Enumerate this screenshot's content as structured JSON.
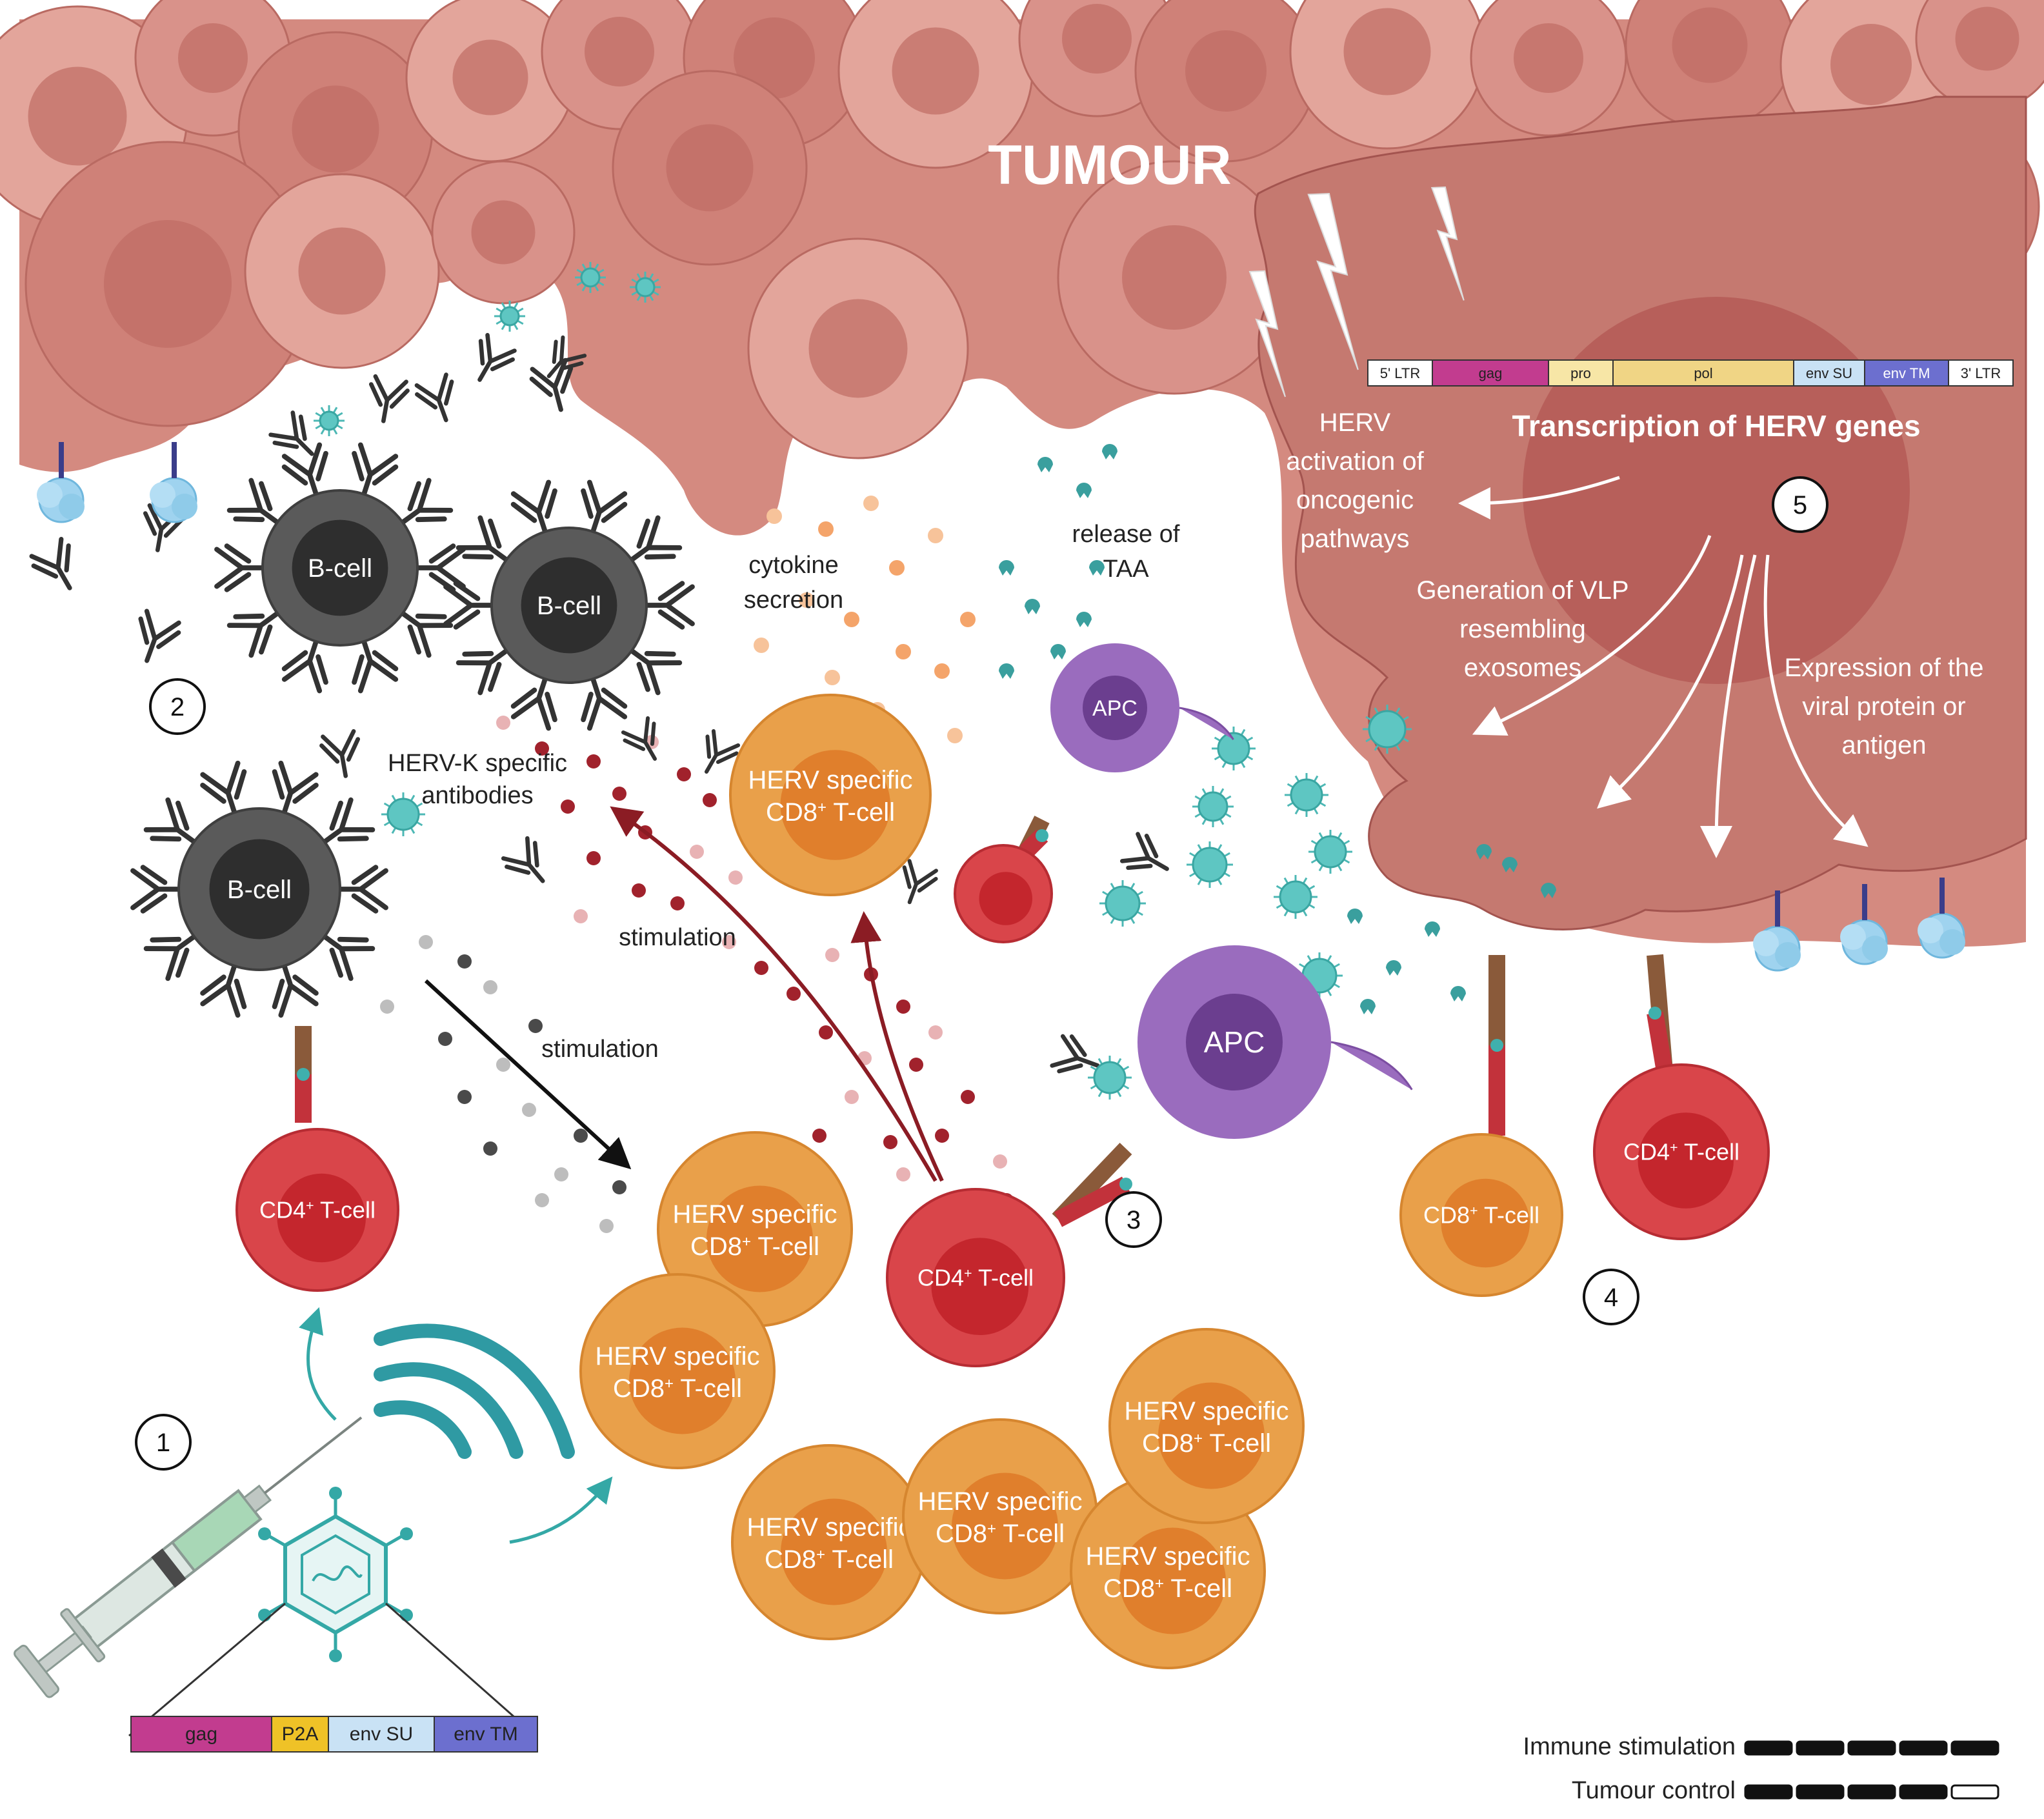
{
  "title": "TUMOUR",
  "herv_genome": [
    "5' LTR",
    "gag",
    "pro",
    "pol",
    "env SU",
    "env TM",
    "3' LTR"
  ],
  "vaccine_construct": [
    "gag",
    "P2A",
    "env SU",
    "env TM"
  ],
  "labels": {
    "transcription": "Transcription of HERV genes",
    "activation": [
      "HERV",
      "activation of",
      "oncogenic",
      "pathways"
    ],
    "vlp": [
      "Generation of VLP",
      "resembling",
      "exosomes"
    ],
    "expression": [
      "Expression of the",
      "viral protein or",
      "antigen"
    ],
    "release": [
      "release of",
      "TAA"
    ],
    "cytokine": [
      "cytokine",
      "secretion"
    ],
    "antibodies": [
      "HERV-K specific",
      "antibodies"
    ],
    "stimulation": "stimulation",
    "apc": "APC",
    "bcell": "B-cell",
    "cd4_main": "CD4",
    "cd8_main": "CD8",
    "tcell": " T-cell",
    "herv_specific": "HERV specific",
    "plus": "+"
  },
  "steps": [
    "1",
    "2",
    "3",
    "4",
    "5"
  ],
  "legend": [
    {
      "label": "Immune stimulation",
      "score": 5,
      "max": 5
    },
    {
      "label": "Tumour control",
      "score": 4,
      "max": 5
    }
  ],
  "colors": {
    "tumour": "#c97a72",
    "tumour_light": "#e0a196",
    "bcell": "#5a5a5a",
    "cd4": "#d9454a",
    "cd8": "#e9a04a",
    "apc": "#9a6cbe",
    "gag": "#c23c8f",
    "pro": "#f7e6a6",
    "pol": "#f0d585",
    "env_su": "#c9e2f5",
    "env_tm": "#6c6fcf",
    "ltr": "#ffffff",
    "p2a": "#efc227",
    "teal": "#34a8a6"
  },
  "icons": [
    "syringe-icon",
    "virus-vector-icon",
    "wifi-signal-icon",
    "lightning-icon",
    "antibody-icon",
    "virion-icon",
    "vlp-icon"
  ]
}
